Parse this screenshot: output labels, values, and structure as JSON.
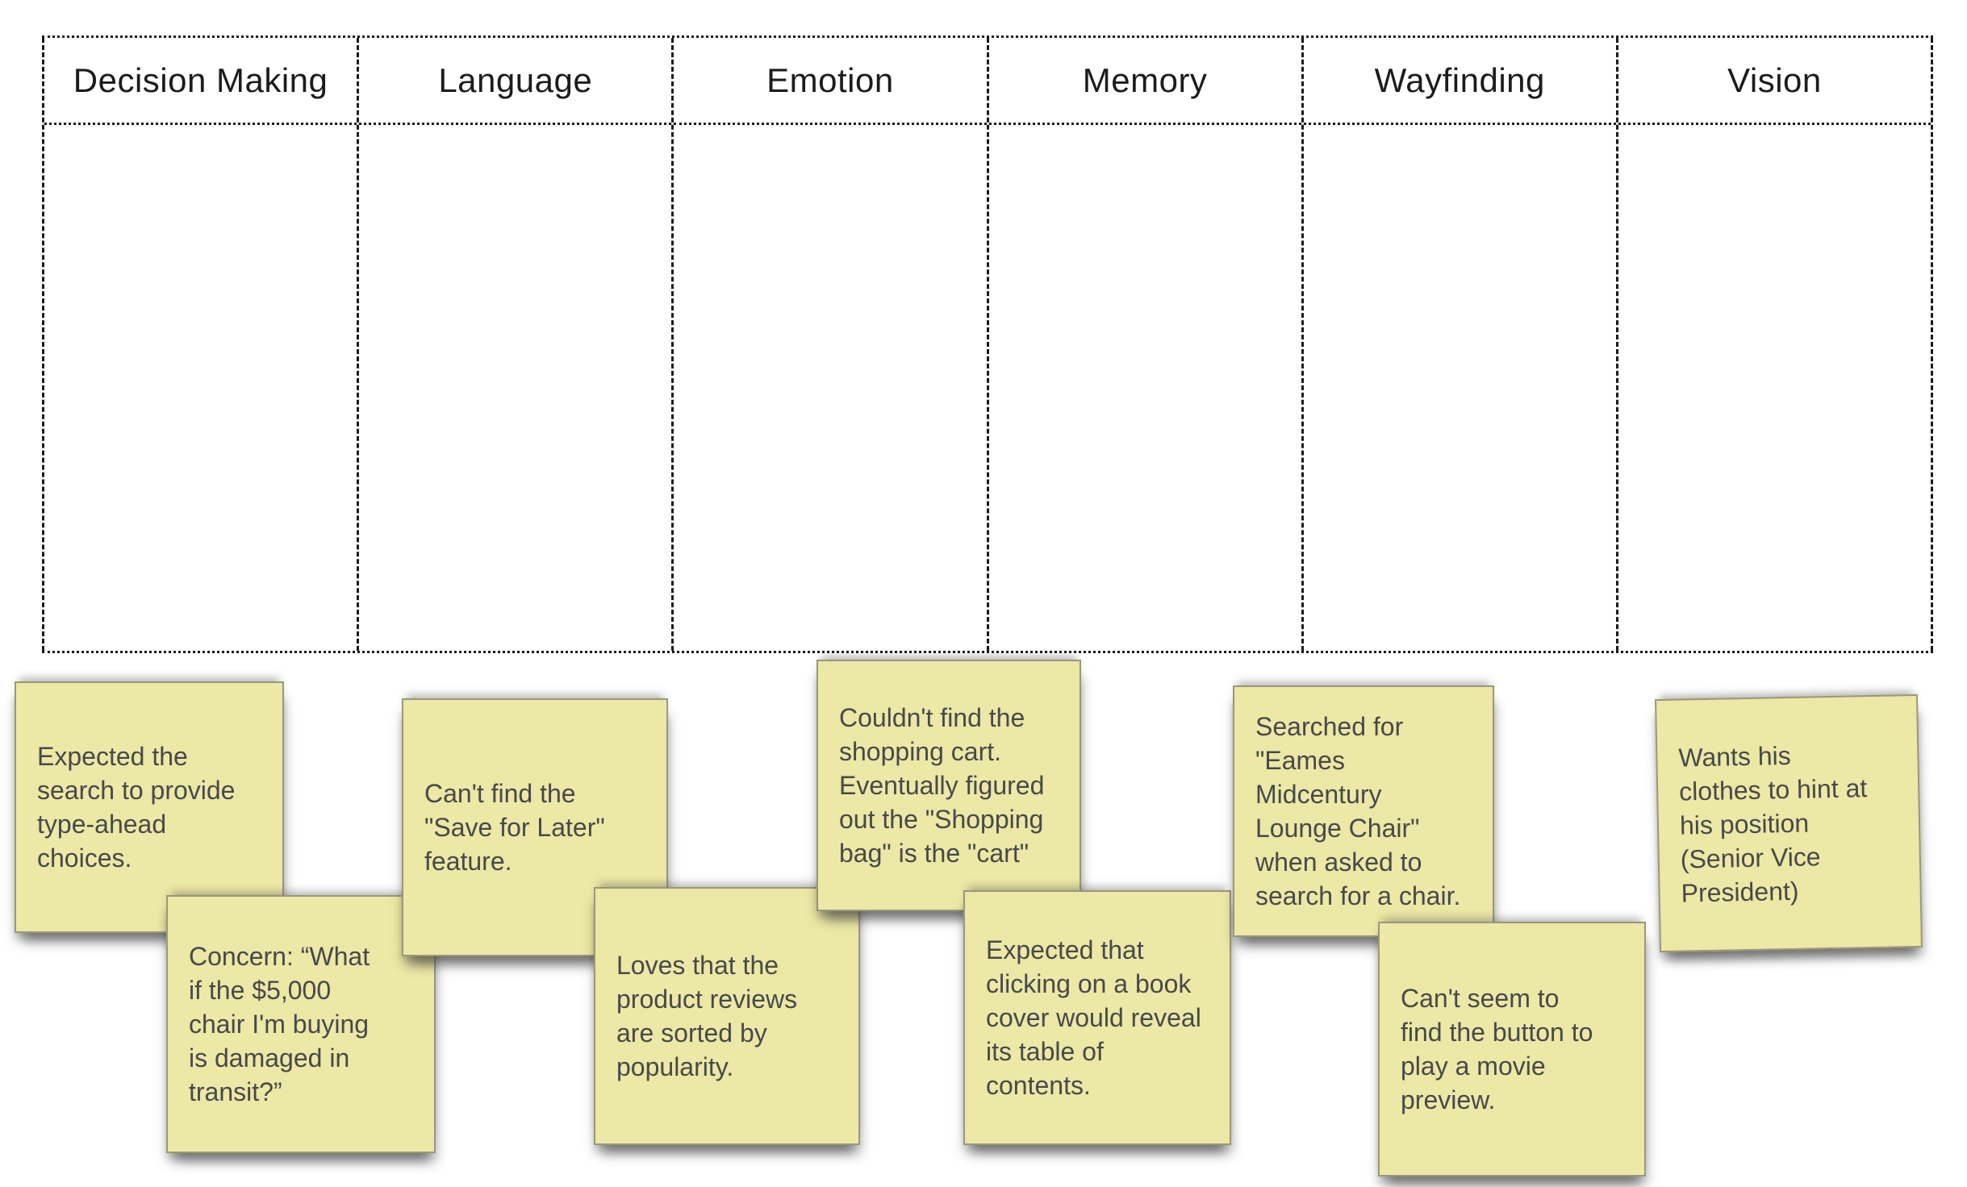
{
  "board": {
    "columns": [
      {
        "label": "Decision Making"
      },
      {
        "label": "Language"
      },
      {
        "label": "Emotion"
      },
      {
        "label": "Memory"
      },
      {
        "label": "Wayfinding"
      },
      {
        "label": "Vision"
      }
    ]
  },
  "notes": [
    {
      "text": "Expected the\nsearch to provide\ntype-ahead\nchoices."
    },
    {
      "text": "Concern: “What\nif the $5,000\nchair I'm buying\nis damaged in\ntransit?”"
    },
    {
      "text": "Can't find the\n\"Save for Later\"\nfeature."
    },
    {
      "text": "Loves that the\nproduct reviews\nare sorted by\npopularity."
    },
    {
      "text": "Couldn't find the\nshopping cart.\nEventually figured\nout the \"Shopping\nbag\" is the \"cart\""
    },
    {
      "text": "Expected that\nclicking on a book\ncover would reveal\nits table of\ncontents."
    },
    {
      "text": "Searched for\n\"Eames\nMidcentury\nLounge Chair\"\nwhen asked to\nsearch for a chair."
    },
    {
      "text": "Can't seem to\nfind the button to\nplay a movie\npreview."
    },
    {
      "text": "Wants his\nclothes to hint at\nhis position\n(Senior Vice\nPresident)"
    }
  ],
  "colors": {
    "note_background": "#ECE8A5",
    "note_border": "#6E6D62",
    "note_text": "#47494C",
    "table_border": "#1A1A1A",
    "header_text": "#1C1C1C",
    "page_background": "#FFFFFF"
  }
}
